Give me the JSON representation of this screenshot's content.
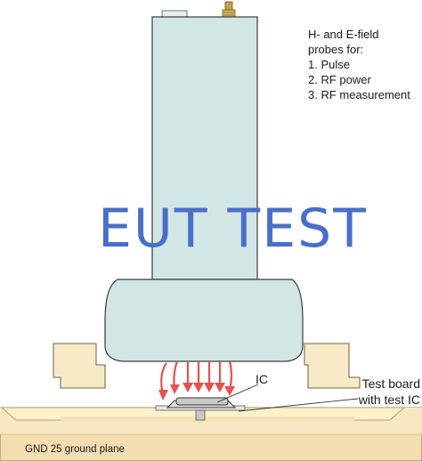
{
  "probe_note": {
    "title_line1": "H- and E-field",
    "title_line2": "probes for:",
    "items": [
      "1. Pulse",
      "2. RF power",
      "3. RF measurement"
    ]
  },
  "watermark": "EUT TEST",
  "labels": {
    "ic": "IC",
    "test_board_line1": "Test board",
    "test_board_line2": "with test IC",
    "ground_plane": "GND 25 ground plane"
  },
  "colors": {
    "probe_body": "#d3e6e6",
    "probe_outline": "#3a3a3a",
    "ground_plane": "#f4ddb0",
    "holder": "#f6ebc6",
    "board": "#ffefc4",
    "field_arrows": "#e65050",
    "connector": "#c8a34a"
  }
}
